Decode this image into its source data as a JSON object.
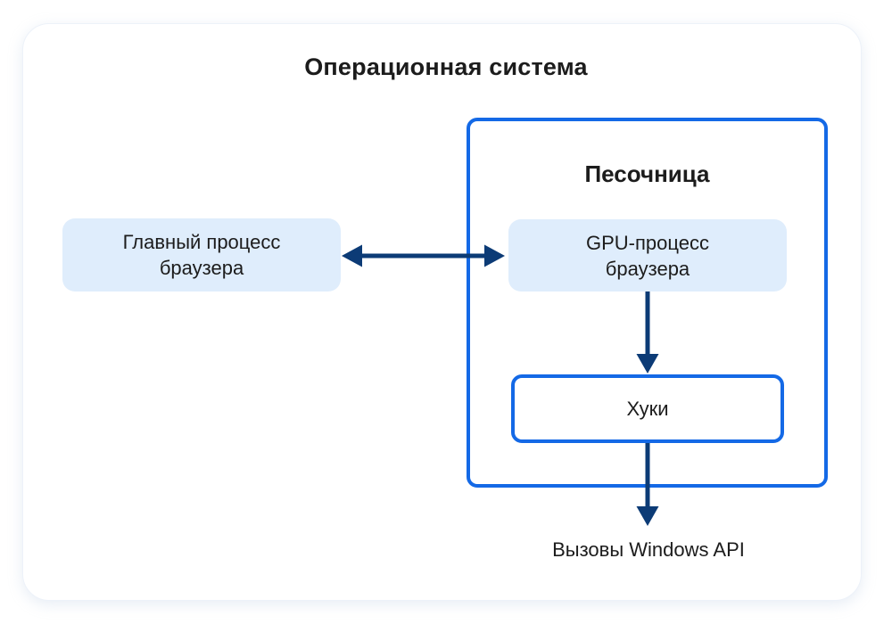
{
  "diagram": {
    "os_title": "Операционная система",
    "sandbox_title": "Песочница",
    "main_process": {
      "line1": "Главный процесс",
      "line2": "браузера"
    },
    "gpu_process": {
      "line1": "GPU-процесс",
      "line2": "браузера"
    },
    "hooks_label": "Хуки",
    "api_label": "Вызовы Windows API"
  },
  "colors": {
    "accent_blue": "#1469e6",
    "arrow_navy": "#0c3b76",
    "process_box_fill": "#dfedfc"
  }
}
